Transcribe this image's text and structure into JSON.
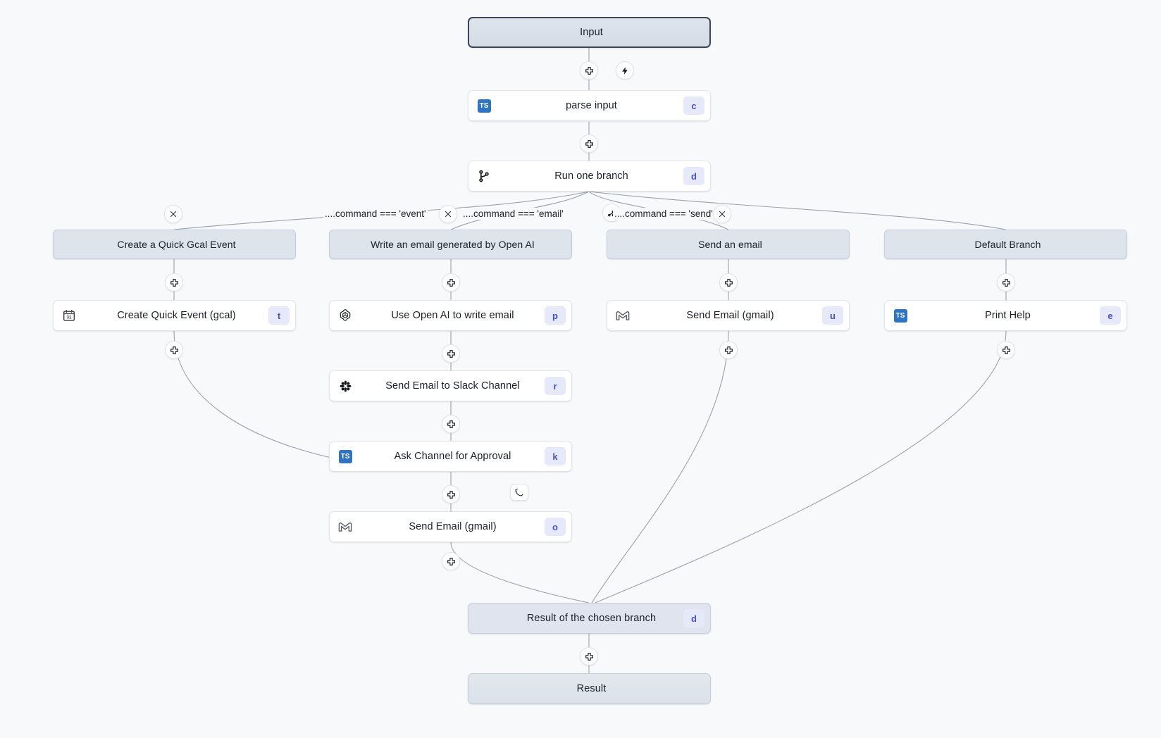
{
  "canvas": {
    "background": "#f8f9fb",
    "badge_bg": "#e6e9fa",
    "badge_fg": "#4a4fd0",
    "node_bg": "#ffffff",
    "group_bg": "#dde4ec",
    "edge_color": "#9aa1ab"
  },
  "nodes": {
    "input": {
      "label": "Input",
      "badge": "",
      "icon": "none"
    },
    "parse_input": {
      "label": "parse input",
      "badge": "c",
      "icon": "typescript-icon"
    },
    "run_one_branch": {
      "label": "Run one branch",
      "badge": "d",
      "icon": "branch-icon"
    },
    "result_of_branch": {
      "label": "Result of the chosen branch",
      "badge": "d",
      "icon": "none"
    },
    "result": {
      "label": "Result",
      "badge": "",
      "icon": "none"
    }
  },
  "branches": [
    {
      "condition": "",
      "header": "Create a Quick Gcal Event",
      "steps": [
        {
          "label": "Create Quick Event (gcal)",
          "badge": "t",
          "icon": "calendar-icon"
        }
      ]
    },
    {
      "condition": "....command === 'event'",
      "header": "Write an email generated by Open AI",
      "steps": [
        {
          "label": "Use Open AI to write email",
          "badge": "p",
          "icon": "openai-icon"
        },
        {
          "label": "Send Email to Slack Channel",
          "badge": "r",
          "icon": "slack-icon"
        },
        {
          "label": "Ask Channel for Approval",
          "badge": "k",
          "icon": "typescript-icon",
          "suspend": "suspend-icon"
        },
        {
          "label": "Send Email (gmail)",
          "badge": "o",
          "icon": "gmail-icon"
        }
      ]
    },
    {
      "condition": "....command === 'email'",
      "header": "Send an email",
      "steps": [
        {
          "label": "Send Email (gmail)",
          "badge": "u",
          "icon": "gmail-icon"
        }
      ]
    },
    {
      "condition": "....command === 'send'",
      "header": "Default Branch",
      "steps": [
        {
          "label": "Print Help",
          "badge": "e",
          "icon": "typescript-icon"
        }
      ]
    }
  ],
  "controls": {
    "add_step": "add-step-icon",
    "trigger": "lightning-icon",
    "remove_branch": "close-icon",
    "add_branch": "add-branch-icon"
  }
}
